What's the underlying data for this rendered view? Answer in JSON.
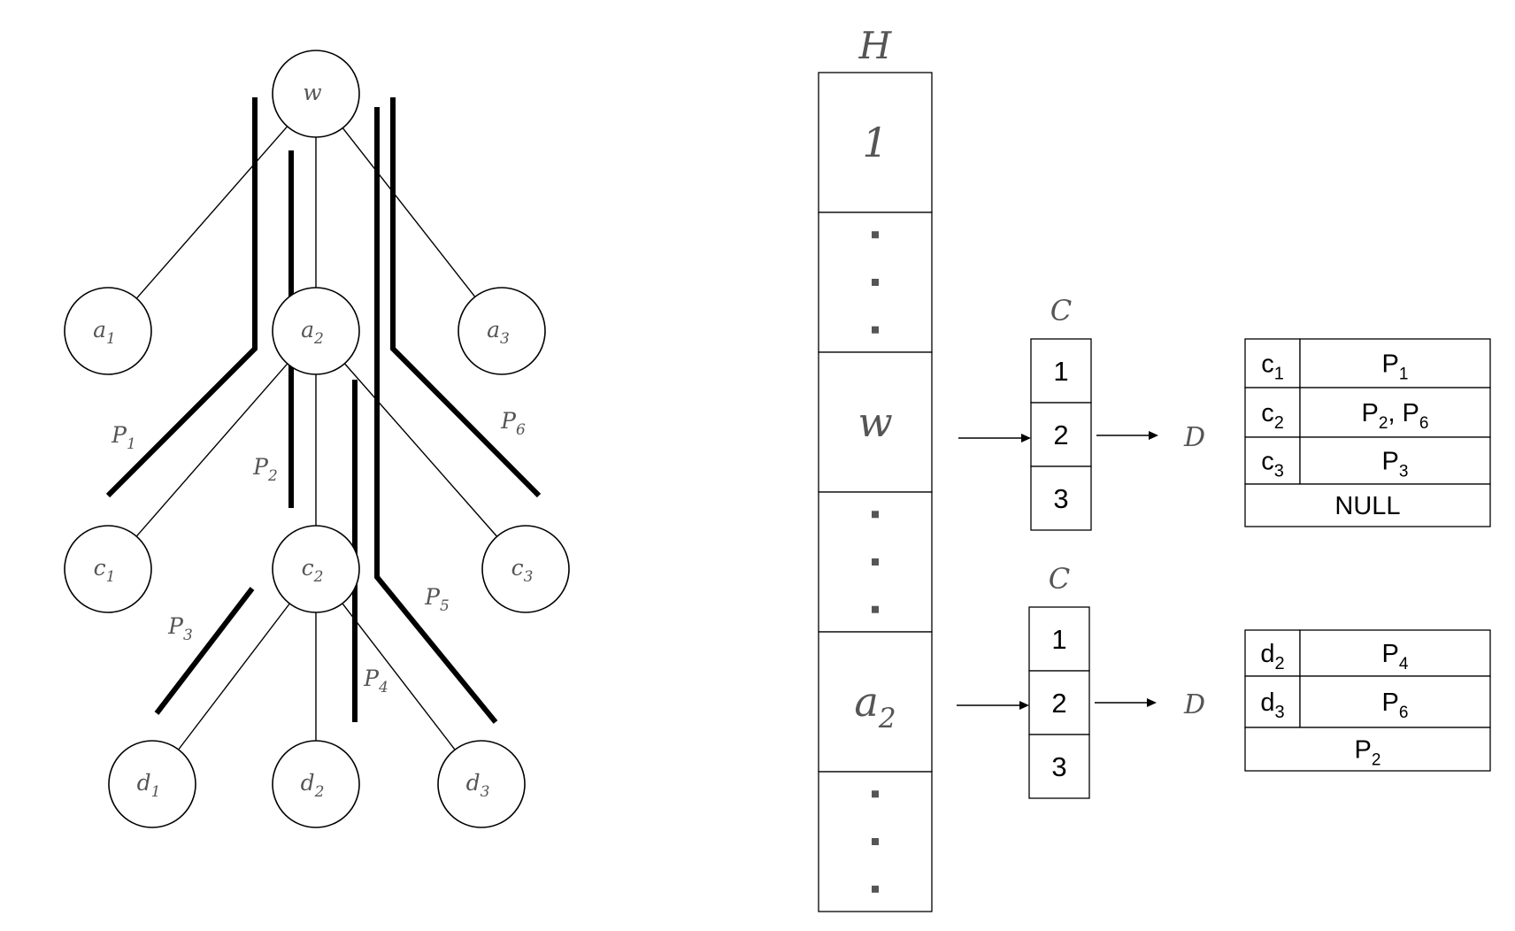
{
  "tree": {
    "nodes": [
      {
        "id": "w",
        "base": "w",
        "sub": ""
      },
      {
        "id": "a1",
        "base": "a",
        "sub": "1"
      },
      {
        "id": "a2",
        "base": "a",
        "sub": "2"
      },
      {
        "id": "a3",
        "base": "a",
        "sub": "3"
      },
      {
        "id": "c1",
        "base": "c",
        "sub": "1"
      },
      {
        "id": "c2",
        "base": "c",
        "sub": "2"
      },
      {
        "id": "c3",
        "base": "c",
        "sub": "3"
      },
      {
        "id": "d1",
        "base": "d",
        "sub": "1"
      },
      {
        "id": "d2",
        "base": "d",
        "sub": "2"
      },
      {
        "id": "d3",
        "base": "d",
        "sub": "3"
      }
    ],
    "edges": [
      [
        "w",
        "a1"
      ],
      [
        "w",
        "a2"
      ],
      [
        "w",
        "a3"
      ],
      [
        "a2",
        "c1"
      ],
      [
        "a2",
        "c2"
      ],
      [
        "a2",
        "c3"
      ],
      [
        "c2",
        "d1"
      ],
      [
        "c2",
        "d2"
      ],
      [
        "c2",
        "d3"
      ]
    ],
    "paths": [
      {
        "id": "P1",
        "base": "P",
        "sub": "1"
      },
      {
        "id": "P2",
        "base": "P",
        "sub": "2"
      },
      {
        "id": "P3",
        "base": "P",
        "sub": "3"
      },
      {
        "id": "P4",
        "base": "P",
        "sub": "4"
      },
      {
        "id": "P5",
        "base": "P",
        "sub": "5"
      },
      {
        "id": "P6",
        "base": "P",
        "sub": "6"
      }
    ]
  },
  "hash_table": {
    "title": "H",
    "rows": [
      {
        "kind": "label",
        "base": "1",
        "sub": ""
      },
      {
        "kind": "dots"
      },
      {
        "kind": "label",
        "base": "w",
        "sub": ""
      },
      {
        "kind": "dots"
      },
      {
        "kind": "label",
        "base": "a",
        "sub": "2"
      },
      {
        "kind": "dots"
      }
    ]
  },
  "structures": [
    {
      "c_label": "C",
      "c_cells": [
        "1",
        "2",
        "3"
      ],
      "d_label": "D",
      "d_rows": [
        {
          "key": "c",
          "key_sub": "1",
          "value": [
            {
              "t": "P",
              "s": "1"
            }
          ]
        },
        {
          "key": "c",
          "key_sub": "2",
          "value": [
            {
              "t": "P",
              "s": "2"
            },
            {
              "t": ", P",
              "s": "6"
            }
          ]
        },
        {
          "key": "c",
          "key_sub": "3",
          "value": [
            {
              "t": "P",
              "s": "3"
            }
          ]
        }
      ],
      "d_footer": [
        {
          "t": "NULL",
          "s": ""
        }
      ]
    },
    {
      "c_label": "C",
      "c_cells": [
        "1",
        "2",
        "3"
      ],
      "d_label": "D",
      "d_rows": [
        {
          "key": "d",
          "key_sub": "2",
          "value": [
            {
              "t": "P",
              "s": "4"
            }
          ]
        },
        {
          "key": "d",
          "key_sub": "3",
          "value": [
            {
              "t": "P",
              "s": "6"
            }
          ]
        }
      ],
      "d_footer": [
        {
          "t": "P",
          "s": "2"
        }
      ]
    }
  ]
}
